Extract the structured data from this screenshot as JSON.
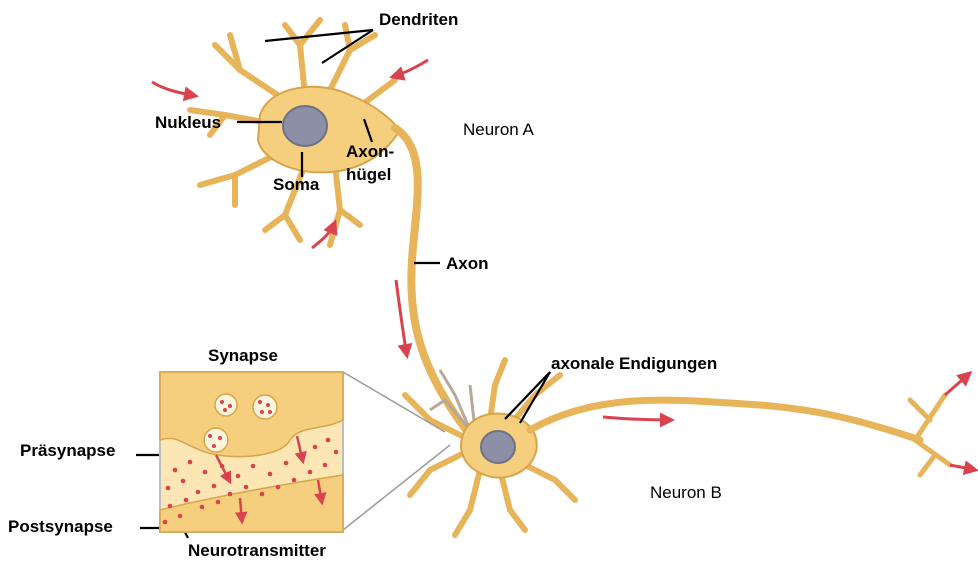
{
  "labels": {
    "dendriten": "Dendriten",
    "nukleus": "Nukleus",
    "axon_line1": "Axon-",
    "axon_line2": "hügel",
    "soma": "Soma",
    "neuron_a": "Neuron A",
    "axon": "Axon",
    "synapse": "Synapse",
    "axonale_endigungen": "axonale Endigungen",
    "praesynapse": "Präsynapse",
    "neuron_b": "Neuron B",
    "postsynapse": "Postsynapse",
    "neurotransmitter": "Neurotransmitter"
  },
  "colors": {
    "neuron_fill": "#f6cf7e",
    "neuron_stroke": "#d8a44a",
    "nucleus": "#8c8fa6",
    "arrow": "#d9434e",
    "synapse_bg": "#fbe6b4",
    "dots": "#d9434e"
  }
}
